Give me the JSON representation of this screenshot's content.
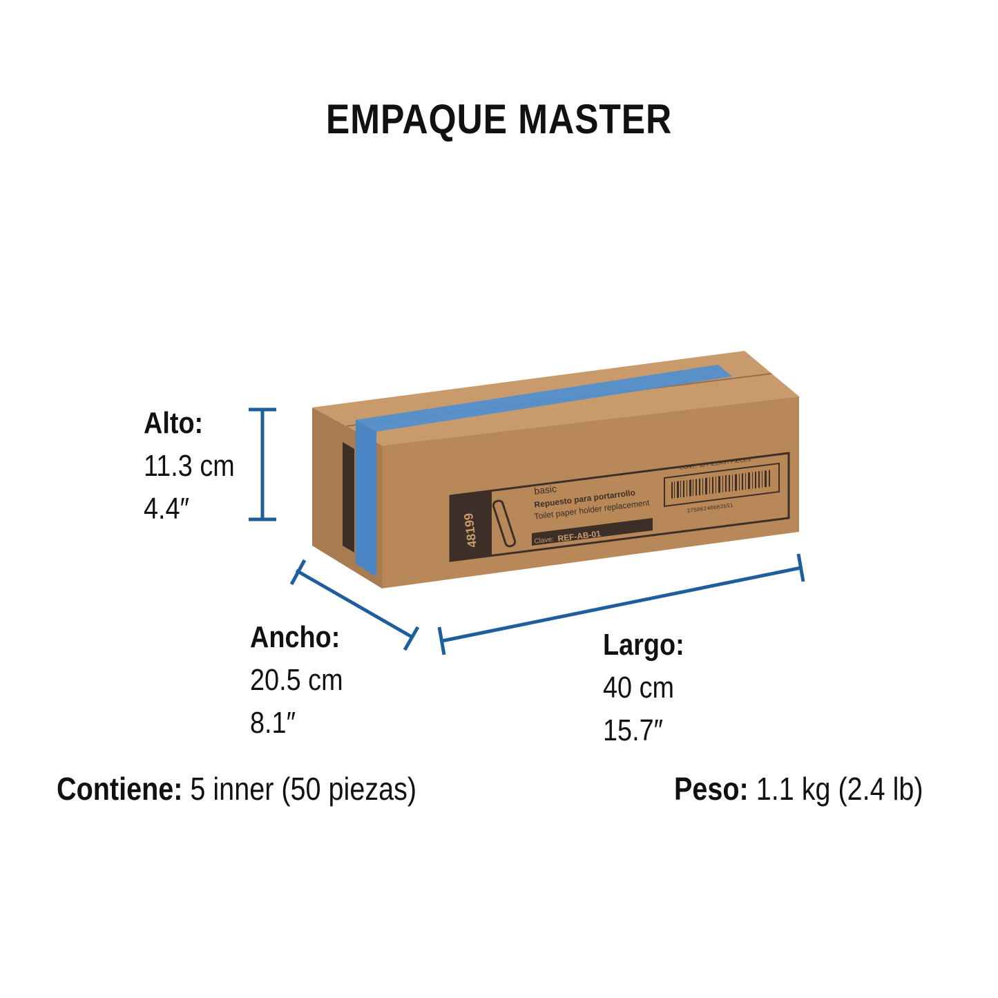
{
  "title": "EMPAQUE MASTER",
  "dimensions": {
    "alto": {
      "label": "Alto:",
      "cm": "11.3 cm",
      "in": "4.4″"
    },
    "ancho": {
      "label": "Ancho:",
      "cm": "20.5 cm",
      "in": "8.1″"
    },
    "largo": {
      "label": "Largo:",
      "cm": "40 cm",
      "in": "15.7″"
    }
  },
  "footer": {
    "contents_label": "Contiene:",
    "contents_value": "5 inner (50 piezas)",
    "weight_label": "Peso:",
    "weight_value": "1.1 kg (2.4 lb)"
  },
  "box_label": {
    "code": "48199",
    "brand": "basic",
    "product_es": "Repuesto para portarrollo",
    "product_en": "Toilet paper holder replacement",
    "clave_label": "Clave:",
    "clave": "REF-AB-01",
    "cont": "CONT.: 50 PIEZAS / PIECES",
    "barcode_number": "27506240683551"
  },
  "colors": {
    "measure_line": "#1f5e9e",
    "cardboard_front": "#b8875a",
    "cardboard_top": "#c99b6c",
    "cardboard_side": "#a87a4f",
    "tape": "#4f8fd0",
    "print": "#3b2f28"
  }
}
